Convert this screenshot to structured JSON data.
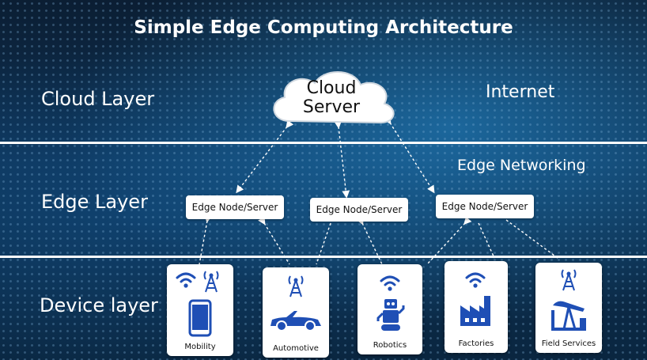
{
  "title": "Simple Edge Computing Architecture",
  "layers": {
    "cloud": "Cloud Layer",
    "edge": "Edge Layer",
    "device": "Device layer"
  },
  "network_labels": {
    "internet": "Internet",
    "edge_networking": "Edge Networking"
  },
  "cloud": {
    "line1": "Cloud",
    "line2": "Server"
  },
  "edge_nodes": [
    "Edge Node/Server",
    "Edge Node/Server",
    "Edge Node/Server"
  ],
  "devices": [
    {
      "label": "Mobility",
      "icons": [
        "wifi-icon",
        "tower-icon",
        "phone-icon"
      ]
    },
    {
      "label": "Automotive",
      "icons": [
        "tower-icon",
        "car-icon"
      ]
    },
    {
      "label": "Robotics",
      "icons": [
        "wifi-icon",
        "robot-icon"
      ]
    },
    {
      "label": "Factories",
      "icons": [
        "wifi-icon",
        "factory-icon"
      ]
    },
    {
      "label": "Field Services",
      "icons": [
        "tower-icon",
        "oil-pump-icon"
      ]
    }
  ],
  "colors": {
    "icon_blue": "#1f4fb5",
    "line_white": "#ffffff"
  }
}
